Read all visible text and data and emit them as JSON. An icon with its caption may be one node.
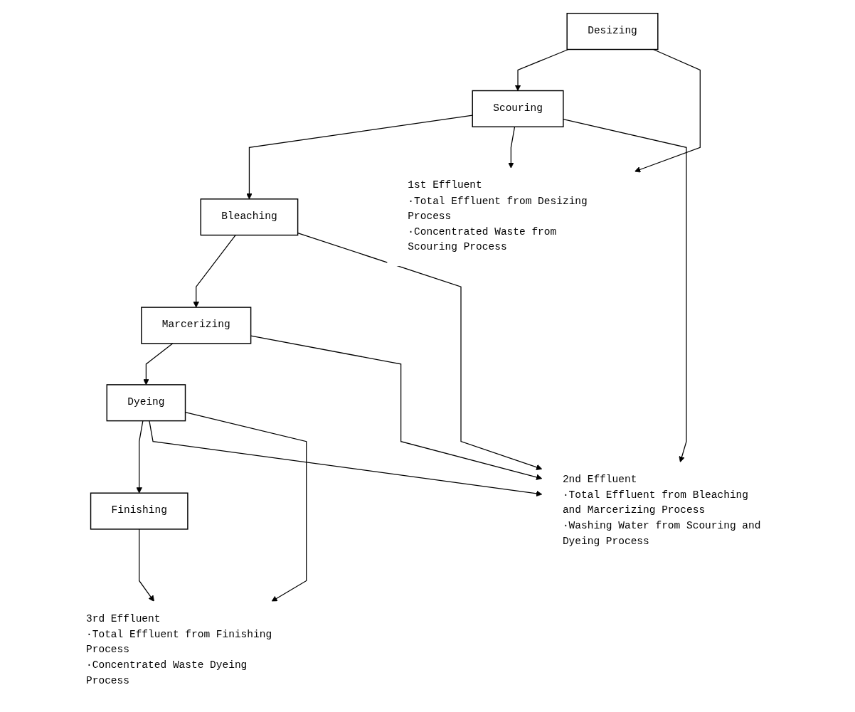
{
  "diagram": {
    "nodes": [
      {
        "text": [
          "Desizing"
        ]
      },
      {
        "text": [
          "Scouring"
        ]
      },
      {
        "text": [
          "Bleaching"
        ]
      },
      {
        "text": [
          "Marcerizing"
        ]
      },
      {
        "text": [
          "Dyeing"
        ]
      },
      {
        "text": [
          "Finishing"
        ]
      },
      {
        "text": [
          "1st Effluent",
          "·Total Effluent from Desizing Process",
          "·Concentrated Waste from Scouring Process"
        ]
      },
      {
        "text": [
          "2nd Effluent",
          "·Total Effluent from Bleaching and Marcerizing Process",
          "·Washing Water from Scouring and Dyeing Process"
        ]
      },
      {
        "text": [
          "3rd Effluent",
          "·Total Effluent from Finishing Process",
          "·Concentrated Waste Dyeing Process"
        ]
      }
    ],
    "edges": [
      {
        "from": 0,
        "to": 1,
        "arrow": "to"
      },
      {
        "from": 1,
        "to": 2,
        "arrow": "to"
      },
      {
        "from": 2,
        "to": 3,
        "arrow": "to"
      },
      {
        "from": 3,
        "to": 4,
        "arrow": "to"
      },
      {
        "from": 4,
        "to": 5,
        "arrow": "to"
      },
      {
        "from": 0,
        "to": 6,
        "arrow": "to"
      },
      {
        "from": 1,
        "to": 6,
        "arrow": "to"
      },
      {
        "from": 1,
        "to": 7,
        "arrow": "to"
      },
      {
        "from": 2,
        "to": 7,
        "arrow": "to"
      },
      {
        "from": 3,
        "to": 7,
        "arrow": "to"
      },
      {
        "from": 4,
        "to": 7,
        "arrow": "to"
      },
      {
        "from": 4,
        "to": 8,
        "arrow": "to"
      },
      {
        "from": 5,
        "to": 8,
        "arrow": "to"
      }
    ]
  }
}
